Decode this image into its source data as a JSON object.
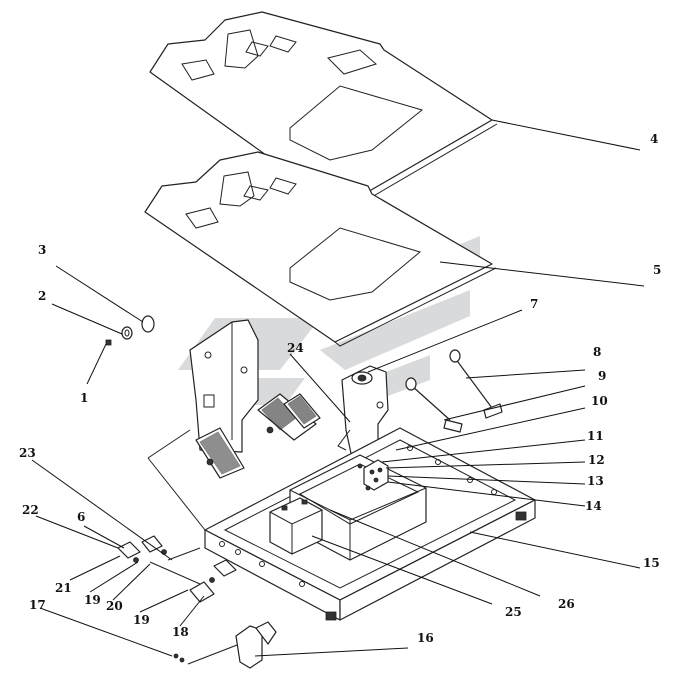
{
  "callouts": [
    {
      "id": "c1",
      "label": "1"
    },
    {
      "id": "c2",
      "label": "2"
    },
    {
      "id": "c3",
      "label": "3"
    },
    {
      "id": "c4",
      "label": "4"
    },
    {
      "id": "c5",
      "label": "5"
    },
    {
      "id": "c6",
      "label": "6"
    },
    {
      "id": "c7",
      "label": "7"
    },
    {
      "id": "c8",
      "label": "8"
    },
    {
      "id": "c9",
      "label": "9"
    },
    {
      "id": "c10",
      "label": "10"
    },
    {
      "id": "c11",
      "label": "11"
    },
    {
      "id": "c12",
      "label": "12"
    },
    {
      "id": "c13",
      "label": "13"
    },
    {
      "id": "c14",
      "label": "14"
    },
    {
      "id": "c15",
      "label": "15"
    },
    {
      "id": "c16",
      "label": "16"
    },
    {
      "id": "c17",
      "label": "17"
    },
    {
      "id": "c18",
      "label": "18"
    },
    {
      "id": "c19a",
      "label": "19"
    },
    {
      "id": "c19b",
      "label": "19"
    },
    {
      "id": "c20",
      "label": "20"
    },
    {
      "id": "c21",
      "label": "21"
    },
    {
      "id": "c22",
      "label": "22"
    },
    {
      "id": "c23",
      "label": "23"
    },
    {
      "id": "c24",
      "label": "24"
    },
    {
      "id": "c25",
      "label": "25"
    },
    {
      "id": "c26",
      "label": "26"
    }
  ]
}
